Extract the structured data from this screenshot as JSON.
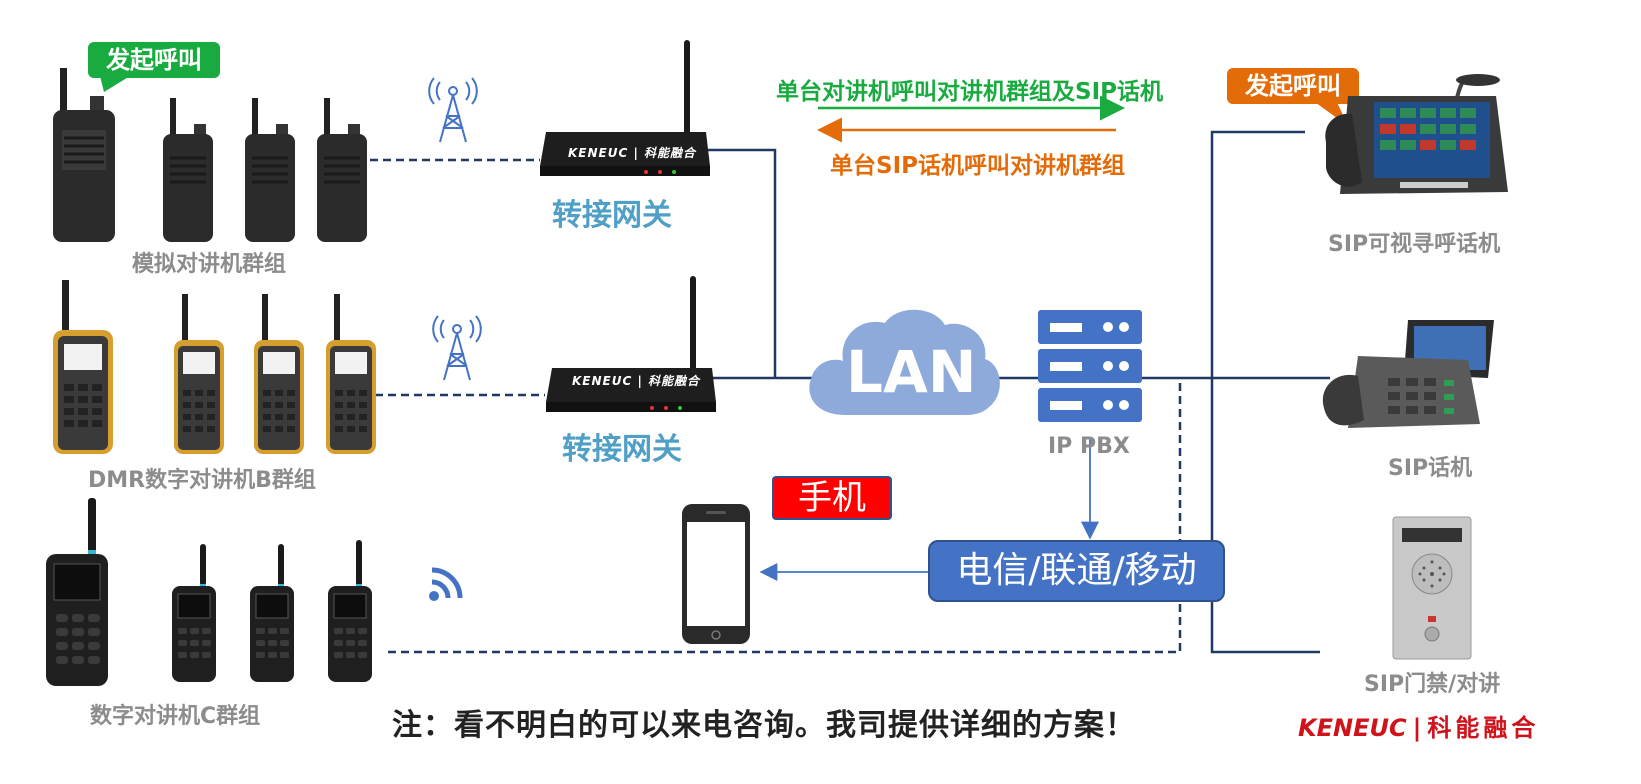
{
  "groups": {
    "analog": {
      "label": "模拟对讲机群组"
    },
    "dmr": {
      "label": "DMR数字对讲机B群组"
    },
    "digital": {
      "label": "数字对讲机C群组"
    }
  },
  "bubbles": {
    "radio_call": "发起呼叫",
    "phone_call": "发起呼叫"
  },
  "gateways": [
    {
      "label": "转接网关",
      "brand": "KENEUC",
      "brand_cn": "科能融合"
    },
    {
      "label": "转接网关",
      "brand": "KENEUC",
      "brand_cn": "科能融合"
    }
  ],
  "flows": {
    "forward": "单台对讲机呼叫对讲机群组及SIP话机",
    "backward": "单台SIP话机呼叫对讲机群组"
  },
  "network": {
    "lan": "LAN",
    "pbx": "IP PBX",
    "carrier": "电信/联通/移动",
    "mobile": "手机"
  },
  "devices": {
    "video_phone": "SIP可视寻呼话机",
    "sip_phone": "SIP话机",
    "door": "SIP门禁/对讲"
  },
  "footer": {
    "note": "注：看不明白的可以来电咨询。我司提供详细的方案！",
    "logo_en": "KENEUC",
    "logo_cn": "科能融合"
  },
  "colors": {
    "green": "#1aab40",
    "orange": "#e36c09",
    "navy": "#1f3864",
    "blue": "#4472c4",
    "cloud": "#8eaadb",
    "gateway_label": "#4f9fc6"
  }
}
